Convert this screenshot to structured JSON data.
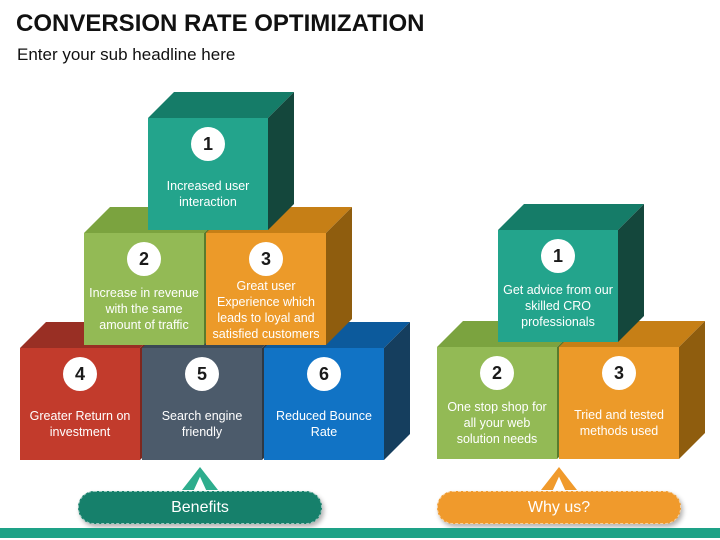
{
  "slide": {
    "title": "CONVERSION RATE OPTIMIZATION",
    "subtitle": "Enter your sub headline here"
  },
  "palette": {
    "teal": {
      "front": "#23A48C",
      "top": "#157C68",
      "side": "#14473C"
    },
    "green": {
      "front": "#93BA55",
      "top": "#7BA33F",
      "side": "#597B2E"
    },
    "orange": {
      "front": "#EC9A29",
      "top": "#C67F16",
      "side": "#8F5D0E"
    },
    "red": {
      "front": "#C23B2C",
      "top": "#992F24",
      "side": "#7E271D"
    },
    "slate": {
      "front": "#4C5B6B",
      "top": "#3A4854",
      "side": "#2E3944"
    },
    "blue": {
      "front": "#1173C5",
      "top": "#0C5A9C",
      "side": "#153E5E"
    },
    "bottom_bar": "#1EA287"
  },
  "benefits_group": {
    "banner": "Benefits",
    "banner_bg": "#16806B",
    "chevron_color": "#2EAD8D",
    "blocks": [
      {
        "number": "1",
        "text": "Increased user interaction",
        "color": "teal"
      },
      {
        "number": "2",
        "text": "Increase in revenue with the same amount of traffic",
        "color": "green"
      },
      {
        "number": "3",
        "text": "Great user Experience which leads to loyal and satisfied customers",
        "color": "orange"
      },
      {
        "number": "4",
        "text": "Greater Return on investment",
        "color": "red"
      },
      {
        "number": "5",
        "text": "Search engine friendly",
        "color": "slate"
      },
      {
        "number": "6",
        "text": "Reduced Bounce Rate",
        "color": "blue"
      }
    ]
  },
  "whyus_group": {
    "banner": "Why us?",
    "banner_bg": "#F09A2C",
    "chevron_color": "#F09A2C",
    "blocks": [
      {
        "number": "1",
        "text": "Get advice from our skilled CRO professionals",
        "color": "teal"
      },
      {
        "number": "2",
        "text": "One stop shop for all your web solution needs",
        "color": "green"
      },
      {
        "number": "3",
        "text": "Tried and tested methods used",
        "color": "orange"
      }
    ]
  }
}
